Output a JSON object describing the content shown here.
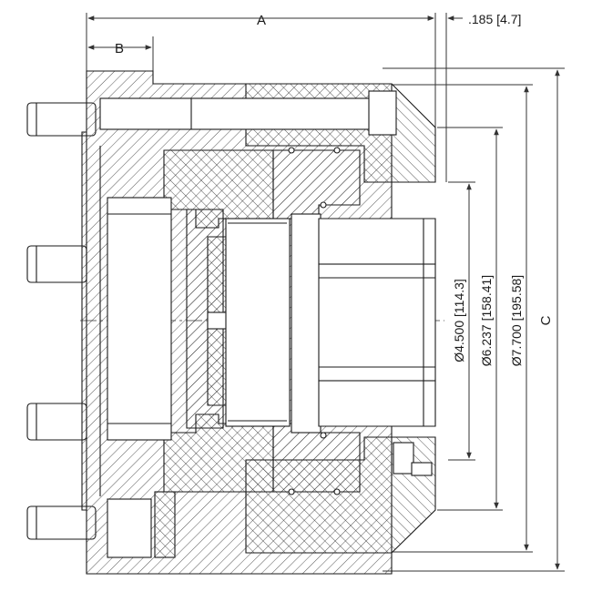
{
  "dimensions": {
    "a": "A",
    "b": "B",
    "c": "C",
    "offset": ".185 [4.7]",
    "d1": "Ø4.500 [114.3]",
    "d2": "Ø6.237 [158.41]",
    "d3": "Ø7.700 [195.58]"
  },
  "colors": {
    "line": "#1a1a1a",
    "dimension": "#333333",
    "hatch": "#2b2b2b",
    "background": "#ffffff"
  }
}
